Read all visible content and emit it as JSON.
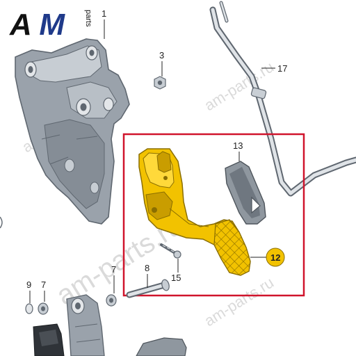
{
  "logo": {
    "brand": "AM",
    "sub": "parts"
  },
  "watermark": {
    "text": "am-parts.ru"
  },
  "callouts": {
    "c1": "1",
    "c3": "3",
    "c17": "17",
    "c13": "13",
    "c12": "12",
    "c8": "8",
    "c15": "15",
    "c7a": "7",
    "c7b": "7",
    "c9": "9"
  },
  "colors": {
    "highlight_frame": "#d0142c",
    "pedal": "#f2c200",
    "pedal_shade": "#c99d00",
    "callout_badge": "#f2c200",
    "metal": "#9aa2ab",
    "metal_dark": "#5f6770",
    "logo_m": "#1f3a8a"
  }
}
